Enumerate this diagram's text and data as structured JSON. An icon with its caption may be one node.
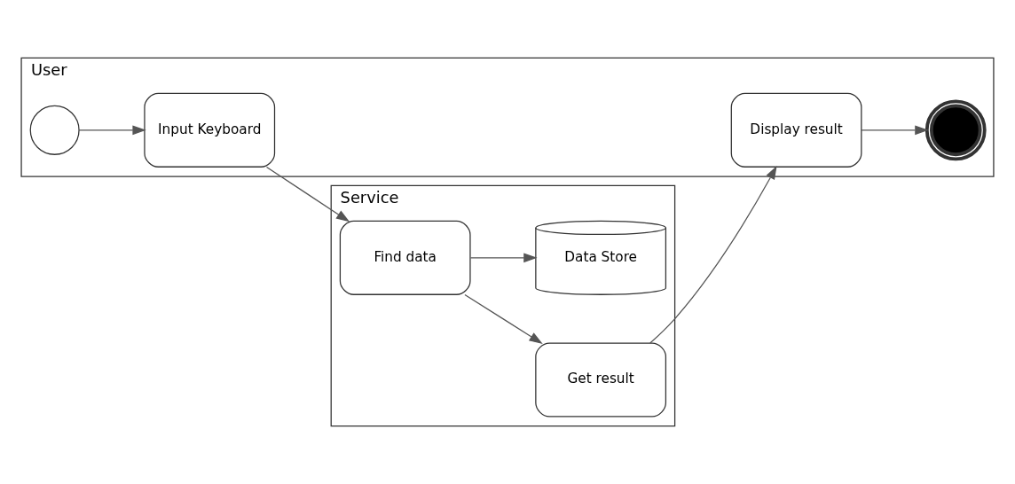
{
  "diagram": {
    "nodes": [
      {
        "text": [
          "User"
        ]
      },
      {
        "text": [
          "Service"
        ]
      },
      {
        "text": [],
        "shape": "circle",
        "in": 0
      },
      {
        "text": [
          "Input Keyboard"
        ],
        "in": 0
      },
      {
        "text": [
          "Display result"
        ],
        "in": 0
      },
      {
        "text": [],
        "shape": "circle",
        "in": 0
      },
      {
        "text": [
          "Find data"
        ],
        "in": 1
      },
      {
        "text": [
          "Get result"
        ],
        "in": 1
      },
      {
        "text": [
          "Data Store"
        ],
        "in": 1
      }
    ],
    "edges": [
      {
        "from": 2,
        "to": 3,
        "arrow": "to"
      },
      {
        "from": 3,
        "to": 6,
        "arrow": "to"
      },
      {
        "from": 6,
        "to": 7,
        "arrow": "to"
      },
      {
        "from": 7,
        "to": 4,
        "arrow": "to"
      },
      {
        "from": 4,
        "to": 5,
        "arrow": "to"
      },
      {
        "from": 6,
        "to": 8,
        "arrow": "to"
      }
    ]
  }
}
